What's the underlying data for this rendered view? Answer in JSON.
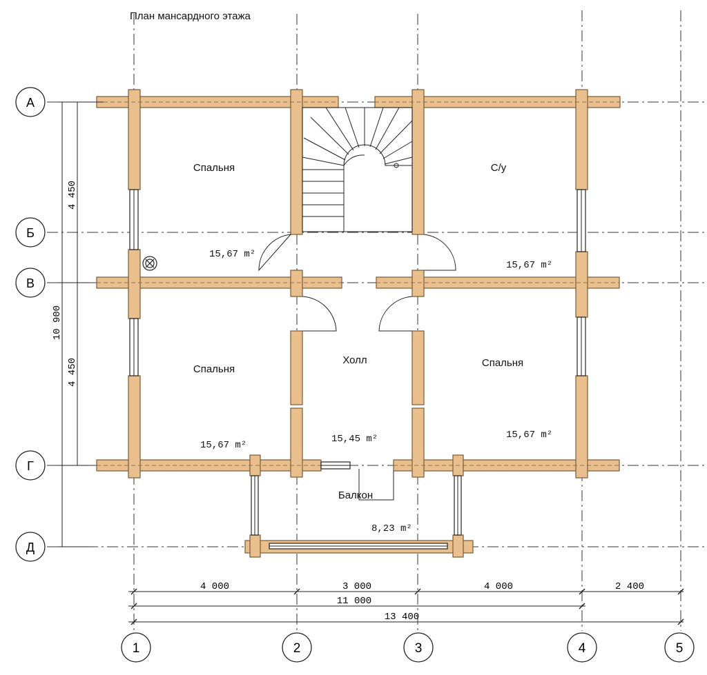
{
  "title": "План мансардного этажа",
  "row_axes": [
    "А",
    "Б",
    "В",
    "Г",
    "Д"
  ],
  "col_axes": [
    "1",
    "2",
    "3",
    "4",
    "5"
  ],
  "rooms": [
    {
      "name": "Спальня",
      "area": "15,67 m²"
    },
    {
      "name": "С/у",
      "area": "15,67 m²"
    },
    {
      "name": "Спальня",
      "area": "15,67 m²"
    },
    {
      "name": "Холл",
      "area": "15,45 m²"
    },
    {
      "name": "Спальня",
      "area": "15,67 m²"
    },
    {
      "name": "Балкон",
      "area": "8,23 m²"
    }
  ],
  "dims_bottom": {
    "spans": [
      "4 000",
      "3 000",
      "4 000",
      "2 400"
    ],
    "total_1_4": "11 000",
    "total_1_5": "13 400"
  },
  "dims_left": {
    "upper": "4 450",
    "lower": "4 450",
    "total": "10 900"
  }
}
